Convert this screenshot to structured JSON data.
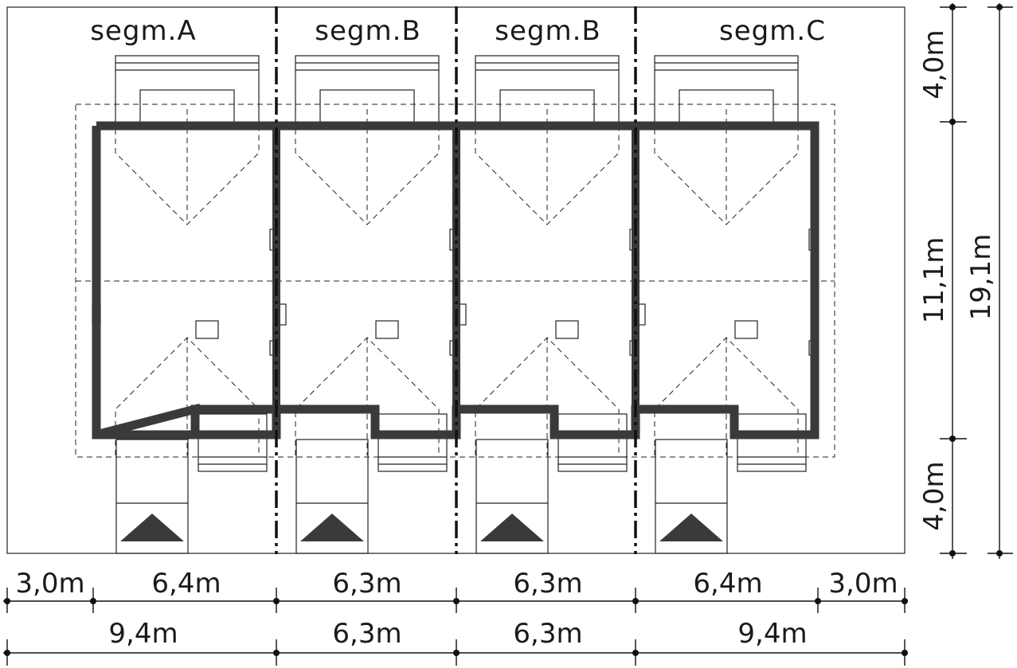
{
  "segments": [
    "segm.A",
    "segm.B",
    "segm.B",
    "segm.C"
  ],
  "dimensions": {
    "top_row": [
      "3,0m",
      "6,4m",
      "6,3m",
      "6,3m",
      "6,4m",
      "3,0m"
    ],
    "bottom_row": [
      "9,4m",
      "6,3m",
      "6,3m",
      "9,4m"
    ],
    "right_inner": [
      "4,0m",
      "11,1m",
      "4,0m"
    ],
    "right_total": "19,1m"
  },
  "colors": {
    "wall": "#3a3a3a",
    "line": "#222222",
    "background": "#ffffff"
  }
}
